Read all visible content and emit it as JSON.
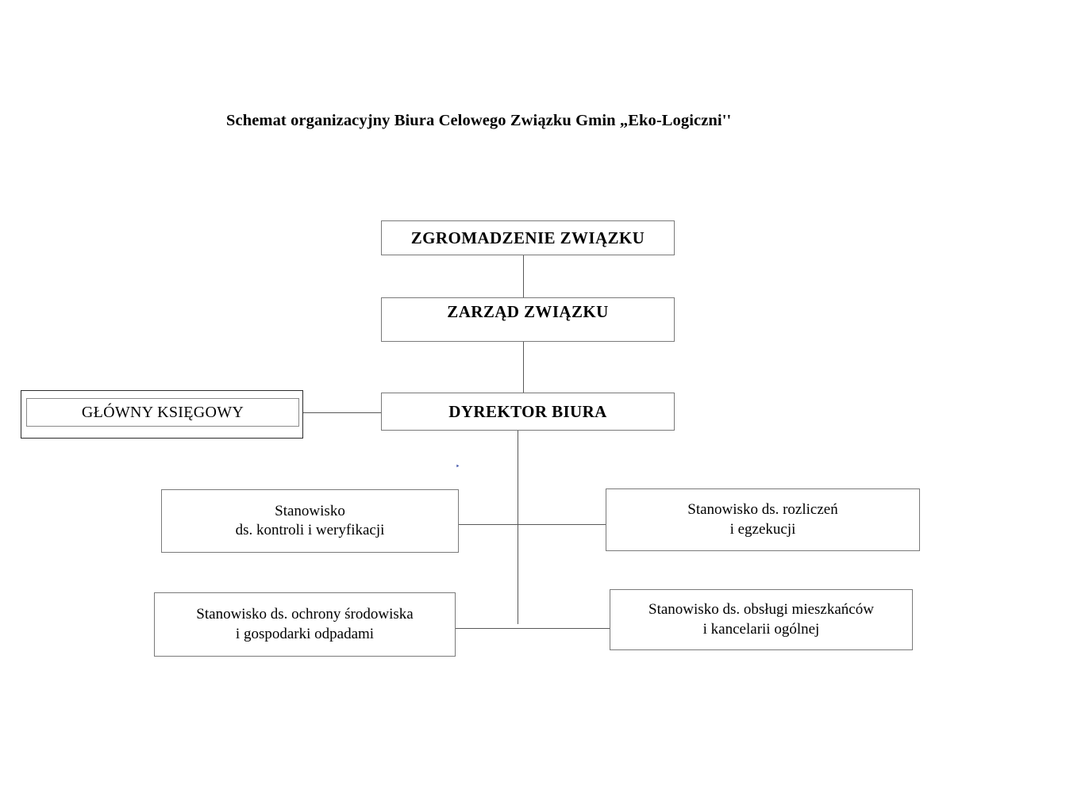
{
  "document": {
    "title": "Schemat organizacyjny Biura Celowego Związku Gmin „Eko-Logiczni''"
  },
  "colors": {
    "background": "#ffffff",
    "text": "#000000",
    "box_border": "#7a7a7a",
    "box_border_dark": "#2b2b2b",
    "connector": "#585858",
    "artifact": "#3b4ea8"
  },
  "chart_data": {
    "type": "diagram",
    "subtype": "org-chart",
    "title": "Schemat organizacyjny Biura Celowego Związku Gmin „Eko-Logiczni''",
    "nodes": [
      {
        "id": "assembly",
        "label": "ZGROMADZENIE ZWIĄZKU",
        "level": 0,
        "style": "bold"
      },
      {
        "id": "board",
        "label": "ZARZĄD ZWIĄZKU",
        "level": 1,
        "style": "bold"
      },
      {
        "id": "director",
        "label": "DYREKTOR BIURA",
        "level": 2,
        "style": "bold"
      },
      {
        "id": "accountant",
        "label": "GŁÓWNY KSIĘGOWY",
        "level": 2,
        "style": "plain-double-border"
      },
      {
        "id": "control",
        "label": "Stanowisko\nds. kontroli i weryfikacji",
        "level": 3,
        "style": "plain"
      },
      {
        "id": "settlement",
        "label": "Stanowisko ds. rozliczeń\ni egzekucji",
        "level": 3,
        "style": "plain"
      },
      {
        "id": "environment",
        "label": "Stanowisko ds. ochrony środowiska\ni gospodarki odpadami",
        "level": 4,
        "style": "plain"
      },
      {
        "id": "residents",
        "label": "Stanowisko ds. obsługi mieszkańców\ni kancelarii ogólnej",
        "level": 4,
        "style": "plain"
      }
    ],
    "edges": [
      {
        "from": "assembly",
        "to": "board",
        "orientation": "vertical"
      },
      {
        "from": "board",
        "to": "director",
        "orientation": "vertical"
      },
      {
        "from": "accountant",
        "to": "director",
        "orientation": "horizontal"
      },
      {
        "from": "director",
        "to": "control",
        "orientation": "trunk-horizontal"
      },
      {
        "from": "director",
        "to": "settlement",
        "orientation": "trunk-horizontal"
      },
      {
        "from": "director",
        "to": "environment",
        "orientation": "trunk-horizontal"
      },
      {
        "from": "director",
        "to": "residents",
        "orientation": "trunk-horizontal"
      }
    ]
  },
  "nodes": {
    "assembly": {
      "label": "ZGROMADZENIE ZWIĄZKU"
    },
    "board": {
      "label": "ZARZĄD ZWIĄZKU"
    },
    "director": {
      "label": "DYREKTOR BIURA"
    },
    "accountant": {
      "label": "GŁÓWNY KSIĘGOWY"
    },
    "control": {
      "label": "Stanowisko\nds. kontroli i weryfikacji"
    },
    "settlement": {
      "label": "Stanowisko ds. rozliczeń\ni egzekucji"
    },
    "environment": {
      "label": "Stanowisko ds. ochrony środowiska\ni gospodarki odpadami"
    },
    "residents": {
      "label": "Stanowisko ds. obsługi mieszkańców\ni kancelarii ogólnej"
    }
  }
}
